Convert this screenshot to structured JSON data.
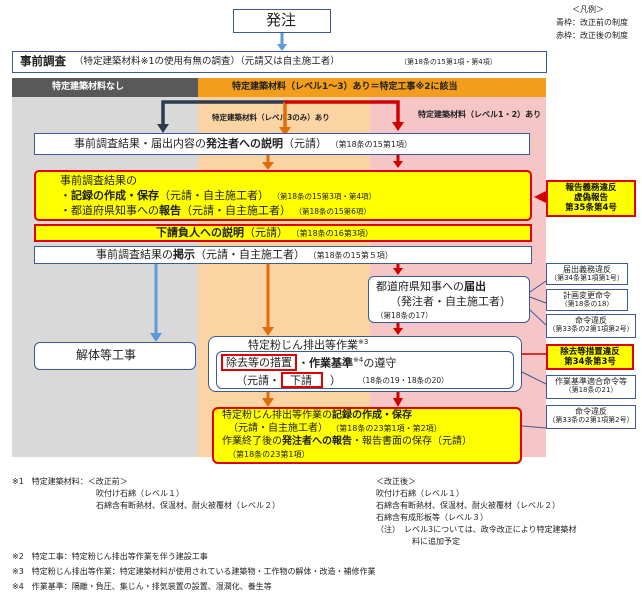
{
  "legend": {
    "title": "＜凡例＞",
    "blue": "青枠：改正前の制度",
    "red": "赤枠：改正後の制度"
  },
  "order": "発注",
  "prelim": {
    "main": "事前調査",
    "rest": "（特定建築材料※1の使用有無の調査）（元請又は自主施工者）",
    "ref": "（第18条の15第1項・第4項）"
  },
  "header": {
    "none": "特定建築材料なし",
    "some": "特定建築材料（レベル1～3）あり＝特定工事※2に該当"
  },
  "branch": {
    "left": "特定建築材料（レベル3のみ）あり",
    "right": "特定建築材料（レベル1・2）あり"
  },
  "box1": {
    "pre": "事前調査結果・届出内容の",
    "bold": "発注者への説明",
    "post": "（元請）",
    "ref": "（第18条の15第1項）"
  },
  "box2": {
    "line1": "事前調査結果の",
    "l2a": "・",
    "l2b": "記録の作成・保存",
    "l2c": "（元請・自主施工者）",
    "l2ref": "（第18条の15第3項・第4項）",
    "l3a": "・都道府県知事への",
    "l3b": "報告",
    "l3c": "（元請・自主施工者）",
    "l3ref": "（第18条の15第6項）"
  },
  "box3": {
    "bold": "下請負人への説明",
    "post": "（元請）",
    "ref": "（第18条の16第3項）"
  },
  "box4": {
    "pre": "事前調査結果の",
    "bold": "掲示",
    "post": "（元請・自主施工者）",
    "ref": "（第18条の15第５項）"
  },
  "notify": {
    "pre": "都道府県知事への",
    "bold": "届出",
    "line2": "（発注者・自主施工者）",
    "ref": "（第18条の17）"
  },
  "demo": "解体等工事",
  "dust": {
    "title": "特定粉じん排出等作業",
    "sup": "※3",
    "measure": "除去等の措置",
    "dot": "・",
    "std": "作業基準",
    "stdsup": "※4",
    "stdpost": "の遵守",
    "l2a": "（元請・",
    "l2b": "下請",
    "l2c": "）",
    "ref": "（18条の19・18条の20）"
  },
  "record": {
    "l1a": "特定粉じん排出等作業の",
    "l1b": "記録の作成・保存",
    "l2": "（元請・自主施工者）",
    "l2ref": "（第18条の23第1項・第2項）",
    "l3a": "作業終了後の",
    "l3b": "発注者への報告",
    "l3c": "・報告書面の保存（元請）",
    "l4": "（第18条の23第1項）"
  },
  "sidebox": {
    "report_violation": [
      "報告義務違反",
      "虚偽報告",
      "第35条第4号"
    ],
    "notify_violation": [
      "届出義務違反",
      "（第34条第1項第1号）"
    ],
    "change_order": [
      "計画変更命令",
      "（第18条の18）"
    ],
    "order1": [
      "命令違反",
      "（第33条の2第1項第2号）"
    ],
    "removal_violation": [
      "除去等措置違反",
      "第34条第3号"
    ],
    "std_order": [
      "作業基準適合命令等",
      "（第18条の21）"
    ],
    "order2": [
      "命令違反",
      "（第33条の2第1項第2号）"
    ]
  },
  "notes": {
    "n1a": "※1　特定建築材料：＜改正前＞",
    "n1b": "吹付け石綿（レベル１）",
    "n1c": "石綿含有断熱材、保温材、耐火被覆材（レベル２）",
    "n1d": "＜改正後＞",
    "n1e": "吹付け石綿（レベル１）",
    "n1f": "石綿含有断熱材、保温材、耐火被覆材（レベル２）",
    "n1g": "石綿含有成形板等（レベル３）",
    "n1h": "（注）　レベル3については、政令改正により特定建築材",
    "n1i": "料に追加予定",
    "n2": "※2　特定工事：特定粉じん排出等作業を伴う建設工事",
    "n3": "※3　特定粉じん排出等作業：特定建築材料が使用されている建築物・工作物の解体・改造・補修作業",
    "n4": "※4　作業基準：隔離・負圧、集じん・排気装置の設置、湿潤化、養生等"
  }
}
